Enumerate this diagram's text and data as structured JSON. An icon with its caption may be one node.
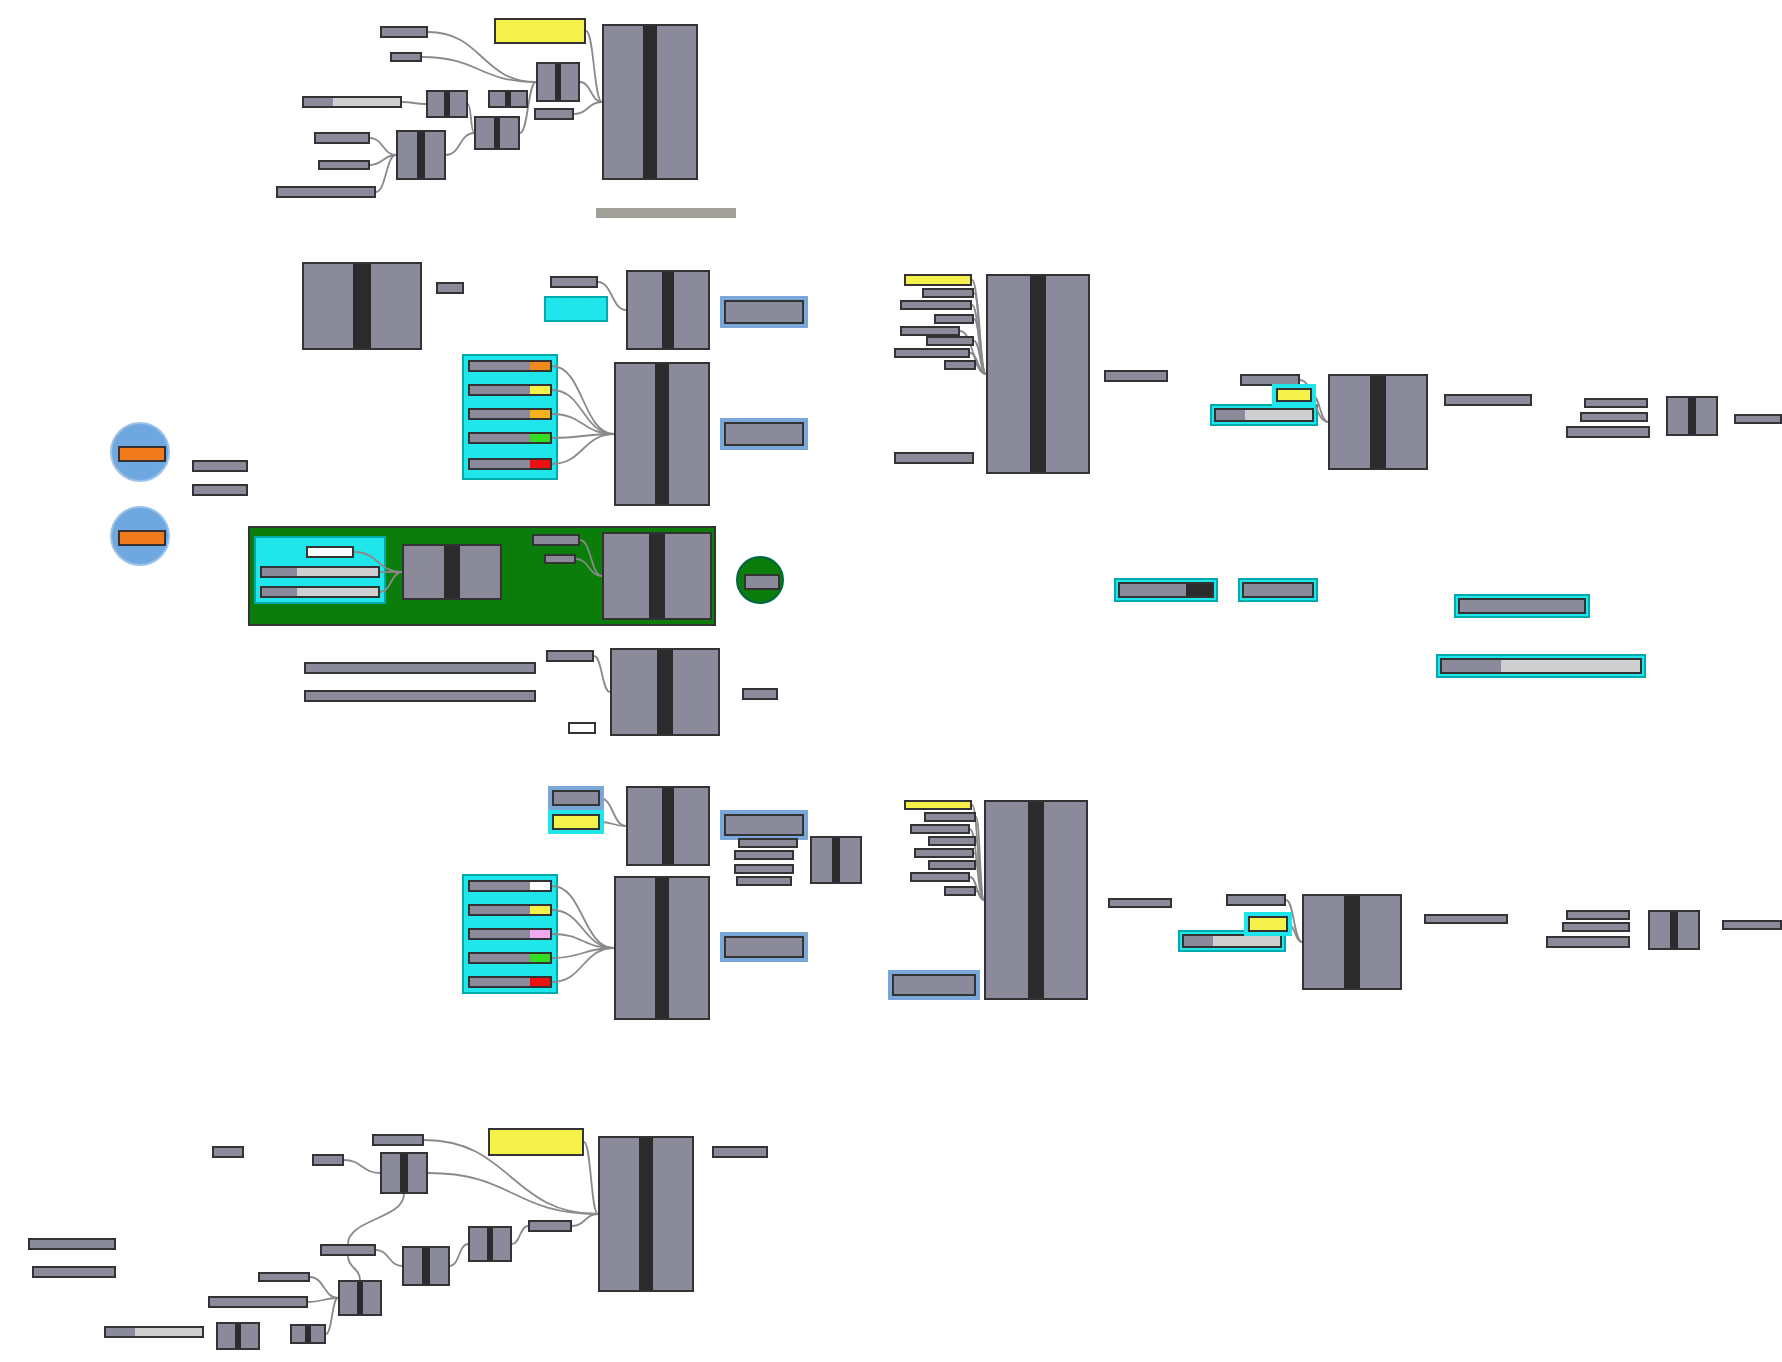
{
  "diagram": {
    "nodes": [
      {
        "text": [],
        "shape": "bar"
      },
      {
        "text": [],
        "shape": "bar"
      },
      {
        "text": [],
        "shape": "bar"
      },
      {
        "text": [],
        "shape": "box"
      },
      {
        "text": [],
        "shape": "box"
      },
      {
        "text": [],
        "shape": "bar"
      },
      {
        "text": [],
        "shape": "box"
      },
      {
        "text": [],
        "shape": "box"
      },
      {
        "text": [],
        "shape": "box"
      },
      {
        "text": [],
        "shape": "bar"
      },
      {
        "text": [],
        "shape": "bar"
      },
      {
        "text": [],
        "shape": "bar"
      },
      {
        "text": [],
        "shape": "bar"
      },
      {
        "text": [],
        "shape": "box"
      },
      {
        "text": [],
        "shape": "bar"
      },
      {
        "text": [],
        "shape": "box"
      },
      {
        "text": [],
        "shape": "bar"
      },
      {
        "text": [],
        "shape": "bar"
      },
      {
        "text": [],
        "shape": "bar"
      },
      {
        "text": [],
        "shape": "bar"
      },
      {
        "text": [],
        "shape": "bar"
      },
      {
        "text": [],
        "shape": "box"
      },
      {
        "text": [],
        "shape": "bar"
      },
      {
        "text": [],
        "shape": "bar"
      },
      {
        "text": [],
        "shape": "bar"
      },
      {
        "text": [],
        "shape": "box"
      },
      {
        "text": [],
        "shape": "bar"
      },
      {
        "text": [],
        "shape": "bar"
      },
      {
        "text": [],
        "shape": "box"
      },
      {
        "text": [],
        "shape": "bar"
      },
      {
        "text": [],
        "shape": "box"
      },
      {
        "text": [],
        "shape": "bar"
      },
      {
        "text": [],
        "shape": "bar"
      },
      {
        "text": [],
        "shape": "bar"
      },
      {
        "text": [],
        "shape": "bar"
      },
      {
        "text": [],
        "shape": "bar"
      },
      {
        "text": [],
        "shape": "bar"
      },
      {
        "text": [],
        "shape": "bar"
      },
      {
        "text": [],
        "shape": "bar"
      },
      {
        "text": [],
        "shape": "box"
      },
      {
        "text": [],
        "shape": "bar"
      },
      {
        "text": [],
        "shape": "bar"
      },
      {
        "text": [],
        "shape": "box"
      },
      {
        "text": [],
        "shape": "bar"
      },
      {
        "text": [],
        "shape": "bar"
      },
      {
        "text": [],
        "shape": "box"
      },
      {
        "text": [],
        "shape": "bar"
      },
      {
        "text": [],
        "shape": "bar"
      },
      {
        "text": [],
        "shape": "bar"
      },
      {
        "text": [],
        "shape": "bar"
      },
      {
        "text": [],
        "shape": "bar"
      },
      {
        "text": [],
        "shape": "box"
      },
      {
        "text": [],
        "shape": "bar"
      },
      {
        "text": [],
        "shape": "bar"
      },
      {
        "text": [],
        "shape": "bar"
      },
      {
        "text": [],
        "shape": "bar"
      },
      {
        "text": [],
        "shape": "bar"
      },
      {
        "text": [],
        "shape": "bar"
      },
      {
        "text": [],
        "shape": "bar"
      },
      {
        "text": [],
        "shape": "bar"
      },
      {
        "text": [],
        "shape": "box"
      },
      {
        "text": [],
        "shape": "bar"
      },
      {
        "text": [],
        "shape": "bar"
      },
      {
        "text": [],
        "shape": "box"
      },
      {
        "text": [],
        "shape": "bar"
      },
      {
        "text": [],
        "shape": "bar"
      },
      {
        "text": [],
        "shape": "box"
      },
      {
        "text": [],
        "shape": "bar"
      },
      {
        "text": [],
        "shape": "box"
      },
      {
        "text": [],
        "shape": "bar"
      },
      {
        "text": [],
        "shape": "box"
      },
      {
        "text": [],
        "shape": "box"
      },
      {
        "text": [],
        "shape": "bar"
      },
      {
        "text": [],
        "shape": "box"
      },
      {
        "text": [],
        "shape": "bar"
      },
      {
        "text": [],
        "shape": "bar"
      },
      {
        "text": [],
        "shape": "box"
      },
      {
        "text": [],
        "shape": "box"
      },
      {
        "text": [],
        "shape": "box"
      },
      {
        "text": [],
        "shape": "box"
      },
      {
        "text": [],
        "shape": "box"
      },
      {
        "text": [],
        "shape": "box"
      }
    ],
    "edges": [
      {
        "from": 0,
        "to": 3,
        "arrow": "none"
      },
      {
        "from": 1,
        "to": 3,
        "arrow": "none"
      },
      {
        "from": 2,
        "to": 4,
        "arrow": "none"
      },
      {
        "from": 3,
        "to": 4,
        "arrow": "none"
      },
      {
        "from": 5,
        "to": 6,
        "arrow": "none"
      },
      {
        "from": 6,
        "to": 8,
        "arrow": "none"
      },
      {
        "from": 13,
        "to": 8,
        "arrow": "none"
      },
      {
        "from": 8,
        "to": 3,
        "arrow": "none"
      },
      {
        "from": 9,
        "to": 4,
        "arrow": "none"
      },
      {
        "from": 10,
        "to": 13,
        "arrow": "none"
      },
      {
        "from": 11,
        "to": 13,
        "arrow": "none"
      },
      {
        "from": 12,
        "to": 13,
        "arrow": "none"
      },
      {
        "from": 14,
        "to": 15,
        "arrow": "none"
      },
      {
        "from": 16,
        "to": 21,
        "arrow": "none"
      },
      {
        "from": 17,
        "to": 21,
        "arrow": "none"
      },
      {
        "from": 18,
        "to": 21,
        "arrow": "none"
      },
      {
        "from": 19,
        "to": 21,
        "arrow": "none"
      },
      {
        "from": 20,
        "to": 21,
        "arrow": "none"
      },
      {
        "from": 22,
        "to": 25,
        "arrow": "none"
      },
      {
        "from": 23,
        "to": 25,
        "arrow": "none"
      },
      {
        "from": 24,
        "to": 25,
        "arrow": "none"
      },
      {
        "from": 26,
        "to": 28,
        "arrow": "none"
      },
      {
        "from": 27,
        "to": 28,
        "arrow": "none"
      },
      {
        "from": 29,
        "to": 30,
        "arrow": "none"
      },
      {
        "from": 31,
        "to": 39,
        "arrow": "none"
      },
      {
        "from": 32,
        "to": 39,
        "arrow": "none"
      },
      {
        "from": 33,
        "to": 39,
        "arrow": "none"
      },
      {
        "from": 34,
        "to": 39,
        "arrow": "none"
      },
      {
        "from": 35,
        "to": 39,
        "arrow": "none"
      },
      {
        "from": 36,
        "to": 39,
        "arrow": "none"
      },
      {
        "from": 37,
        "to": 39,
        "arrow": "none"
      },
      {
        "from": 38,
        "to": 39,
        "arrow": "none"
      },
      {
        "from": 40,
        "to": 42,
        "arrow": "none"
      },
      {
        "from": 41,
        "to": 42,
        "arrow": "none"
      },
      {
        "from": 43,
        "to": 45,
        "arrow": "none"
      },
      {
        "from": 44,
        "to": 45,
        "arrow": "none"
      },
      {
        "from": 46,
        "to": 51,
        "arrow": "none"
      },
      {
        "from": 47,
        "to": 51,
        "arrow": "none"
      },
      {
        "from": 48,
        "to": 51,
        "arrow": "none"
      },
      {
        "from": 49,
        "to": 51,
        "arrow": "none"
      },
      {
        "from": 50,
        "to": 51,
        "arrow": "none"
      },
      {
        "from": 52,
        "to": 60,
        "arrow": "none"
      },
      {
        "from": 53,
        "to": 60,
        "arrow": "none"
      },
      {
        "from": 54,
        "to": 60,
        "arrow": "none"
      },
      {
        "from": 55,
        "to": 60,
        "arrow": "none"
      },
      {
        "from": 56,
        "to": 60,
        "arrow": "none"
      },
      {
        "from": 57,
        "to": 60,
        "arrow": "none"
      },
      {
        "from": 58,
        "to": 60,
        "arrow": "none"
      },
      {
        "from": 59,
        "to": 60,
        "arrow": "none"
      },
      {
        "from": 61,
        "to": 63,
        "arrow": "none"
      },
      {
        "from": 62,
        "to": 63,
        "arrow": "none"
      },
      {
        "from": 64,
        "to": 66,
        "arrow": "none"
      },
      {
        "from": 65,
        "to": 68,
        "arrow": "none"
      },
      {
        "from": 66,
        "to": 68,
        "arrow": "none"
      },
      {
        "from": 67,
        "to": 68,
        "arrow": "none"
      },
      {
        "from": 69,
        "to": 68,
        "arrow": "none"
      },
      {
        "from": 70,
        "to": 69,
        "arrow": "none"
      },
      {
        "from": 71,
        "to": 70,
        "arrow": "none"
      },
      {
        "from": 72,
        "to": 71,
        "arrow": "none"
      },
      {
        "from": 66,
        "to": 72,
        "arrow": "none"
      },
      {
        "from": 74,
        "to": 73,
        "arrow": "none"
      },
      {
        "from": 75,
        "to": 73,
        "arrow": "none"
      },
      {
        "from": 76,
        "to": 73,
        "arrow": "none"
      },
      {
        "from": 73,
        "to": 72,
        "arrow": "none"
      }
    ]
  }
}
